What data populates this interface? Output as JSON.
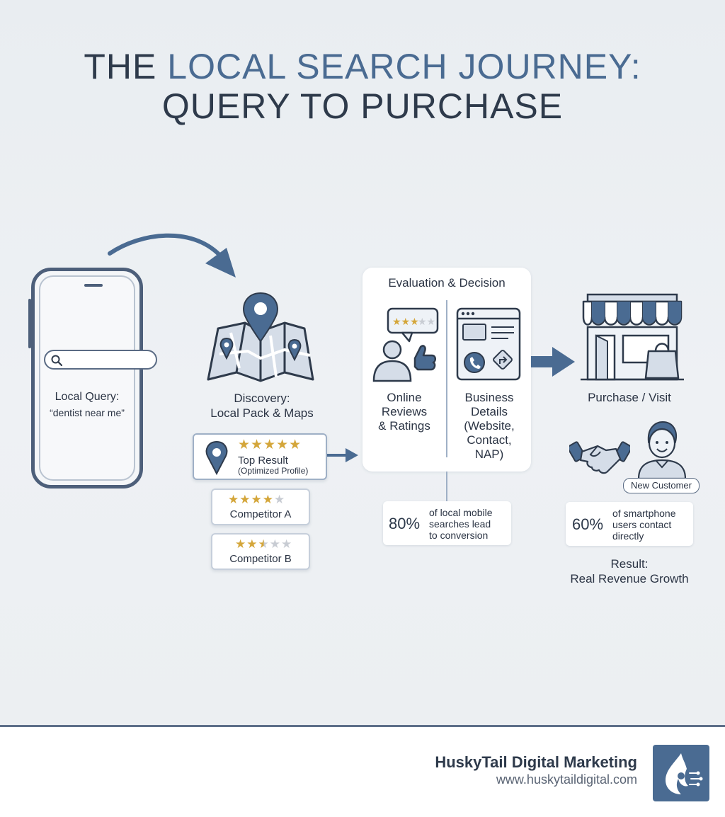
{
  "title": {
    "line1_plain": "THE ",
    "line1_accent": "LOCAL SEARCH JOURNEY:",
    "line2": "QUERY TO PURCHASE"
  },
  "steps": {
    "query": {
      "label": "Local Query:",
      "query_text": "“dentist near me”"
    },
    "discovery": {
      "label_line1": "Discovery:",
      "label_line2": "Local Pack & Maps",
      "results": [
        {
          "title": "Top Result",
          "subtitle": "(Optimized Profile)",
          "rating": 5
        },
        {
          "title": "Competitor A",
          "rating": 4
        },
        {
          "title": "Competitor B",
          "rating": 2.5
        }
      ]
    },
    "evaluation": {
      "heading": "Evaluation & Decision",
      "reviews_label": [
        "Online",
        "Reviews",
        "& Ratings"
      ],
      "review_rating": 3,
      "details_label": [
        "Business",
        "Details",
        "(Website,",
        "Contact,",
        "NAP)"
      ],
      "stat_value": "80%",
      "stat_text": [
        "of local mobile",
        "searches lead",
        "to conversion"
      ]
    },
    "purchase": {
      "label": "Purchase / Visit",
      "customer_badge": "New Customer",
      "stat_value": "60%",
      "stat_text": [
        "of smartphone",
        "users contact",
        "directly"
      ],
      "result_line1": "Result:",
      "result_line2": "Real Revenue Growth"
    }
  },
  "footer": {
    "brand_name": "HuskyTail Digital Marketing",
    "brand_url": "www.huskytaildigital.com"
  },
  "colors": {
    "accent": "#4a6b92",
    "dark": "#2e3a4b",
    "star": "#d4a63a",
    "background": "#eceff2"
  },
  "icons": [
    "search-icon",
    "map-pin-icon",
    "folded-map-icon",
    "curved-arrow-icon",
    "arrow-right-icon",
    "person-thumbs-up-icon",
    "speech-bubble-icon",
    "browser-window-icon",
    "phone-icon",
    "directions-icon",
    "storefront-icon",
    "shopping-bag-icon",
    "handshake-icon",
    "customer-avatar-icon",
    "brand-logo-icon"
  ]
}
